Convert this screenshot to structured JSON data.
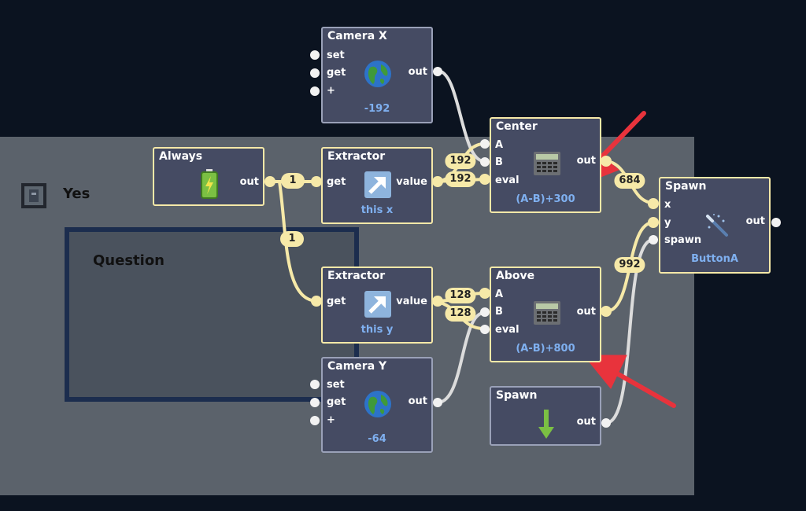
{
  "object": {
    "label": "Yes"
  },
  "question": {
    "label": "Question"
  },
  "nodes": {
    "camera_x": {
      "title": "Camera X",
      "ports": [
        "set",
        "get",
        "+"
      ],
      "out": "out",
      "value": "-192",
      "icon": "globe-icon"
    },
    "always": {
      "title": "Always",
      "out": "out",
      "icon": "battery-icon"
    },
    "extractor_x": {
      "title": "Extractor",
      "in": "get",
      "out": "value",
      "value": "this x",
      "icon": "arrow-up-right-icon"
    },
    "center": {
      "title": "Center",
      "ports": [
        "A",
        "B",
        "eval"
      ],
      "out": "out",
      "value": "(A-B)+300",
      "icon": "calculator-icon"
    },
    "spawn_a": {
      "title": "Spawn",
      "ports": [
        "x",
        "y",
        "spawn"
      ],
      "out": "out",
      "value": "ButtonA",
      "icon": "wand-icon"
    },
    "extractor_y": {
      "title": "Extractor",
      "in": "get",
      "out": "value",
      "value": "this y",
      "icon": "arrow-up-right-icon"
    },
    "above": {
      "title": "Above",
      "ports": [
        "A",
        "B",
        "eval"
      ],
      "out": "out",
      "value": "(A-B)+800",
      "icon": "calculator-icon"
    },
    "camera_y": {
      "title": "Camera Y",
      "ports": [
        "set",
        "get",
        "+"
      ],
      "out": "out",
      "value": "-64",
      "icon": "globe-icon"
    },
    "spawn_trigger": {
      "title": "Spawn",
      "out": "out",
      "icon": "down-arrow-icon"
    }
  },
  "pills": {
    "always_out": "1",
    "always_branch": "1",
    "center_a": "192",
    "center_b": "192",
    "center_out": "684",
    "above_a": "128",
    "above_b": "128",
    "above_out": "992"
  },
  "colors": {
    "background": "#0b1320",
    "stage": "#5b626b",
    "node": "#454b63",
    "active_wire": "#f6e9a8",
    "value_text": "#7fb0f0",
    "annotation": "#e8333c"
  }
}
